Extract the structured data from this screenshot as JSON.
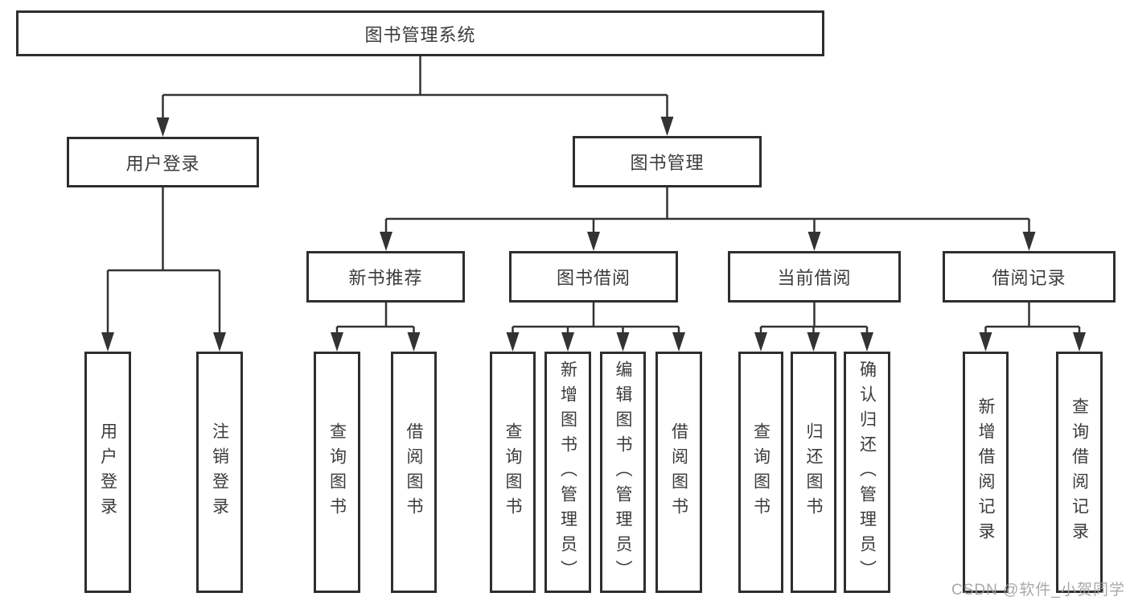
{
  "diagram": {
    "root": {
      "label": "图书管理系统"
    },
    "level2": {
      "user_login": {
        "label": "用户登录"
      },
      "book_mgmt": {
        "label": "图书管理"
      }
    },
    "level3": {
      "new_book_rec": {
        "label": "新书推荐"
      },
      "book_borrow": {
        "label": "图书借阅"
      },
      "current_borrow": {
        "label": "当前借阅"
      },
      "borrow_records": {
        "label": "借阅记录"
      }
    },
    "leaves": {
      "user_login_1": "用户登录",
      "user_login_2": "注销登录",
      "new_book_1": "查询图书",
      "new_book_2": "借阅图书",
      "borrow_1": "查询图书",
      "borrow_2": "新增图书（管理员）",
      "borrow_3": "编辑图书（管理员）",
      "borrow_4": "借阅图书",
      "current_1": "查询图书",
      "current_2": "归还图书",
      "current_3": "确认归还（管理员）",
      "records_1": "新增借阅记录",
      "records_2": "查询借阅记录"
    },
    "watermark": "CSDN @软件_小贺同学",
    "colors": {
      "line": "#333333",
      "box_border": "#2e2e2e",
      "text": "#3b3b3b",
      "background": "#ffffff",
      "watermark": "#9e9e9e"
    }
  }
}
